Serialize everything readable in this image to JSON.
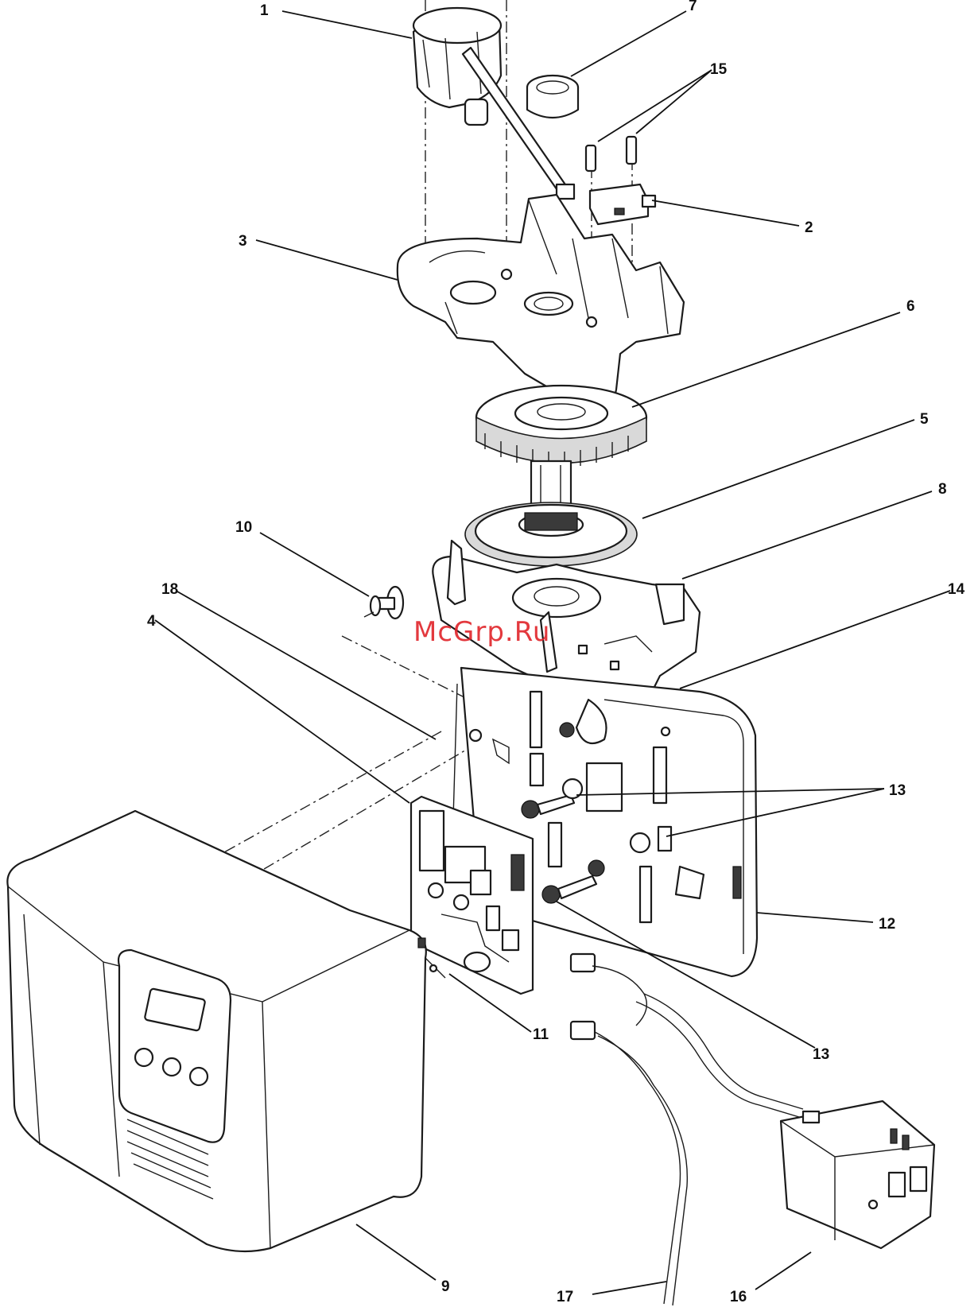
{
  "watermark": "McGrp.Ru",
  "callouts": [
    {
      "id": "1"
    },
    {
      "id": "7"
    },
    {
      "id": "15"
    },
    {
      "id": "2"
    },
    {
      "id": "3"
    },
    {
      "id": "6"
    },
    {
      "id": "5"
    },
    {
      "id": "8"
    },
    {
      "id": "10"
    },
    {
      "id": "18"
    },
    {
      "id": "14"
    },
    {
      "id": "4"
    },
    {
      "id": "13a"
    },
    {
      "id": "12"
    },
    {
      "id": "11"
    },
    {
      "id": "13b"
    },
    {
      "id": "9"
    },
    {
      "id": "17"
    },
    {
      "id": "16"
    }
  ],
  "labels": {
    "l1": "1",
    "l7": "7",
    "l15": "15",
    "l2": "2",
    "l3": "3",
    "l6": "6",
    "l5": "5",
    "l8": "8",
    "l10": "10",
    "l18": "18",
    "l14": "14",
    "l4": "4",
    "l13a": "13",
    "l12": "12",
    "l11": "11",
    "l13b": "13",
    "l9": "9",
    "l17": "17",
    "l16": "16"
  },
  "colors": {
    "line": "#1b1b1b",
    "watermark": "#e0242a",
    "shade": "#d9d9d9"
  }
}
